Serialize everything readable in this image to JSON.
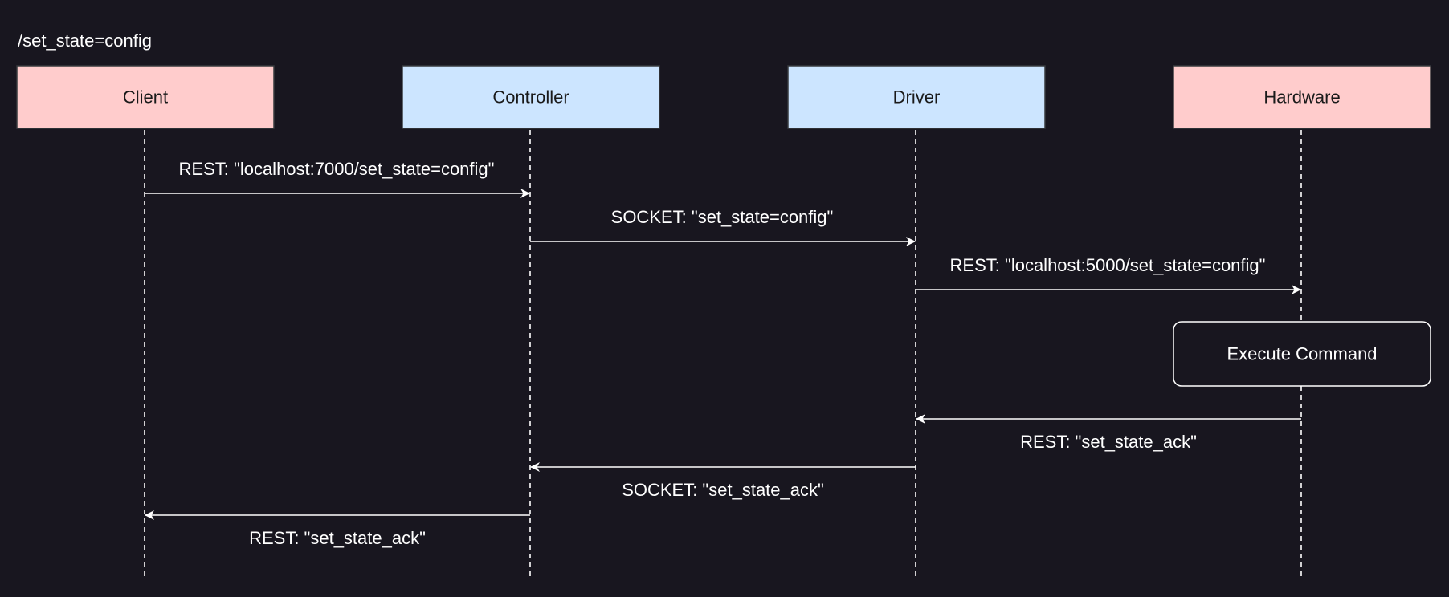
{
  "diagram": {
    "title": "/set_state=config",
    "colors": {
      "background": "#18161f",
      "line": "#ffffff",
      "client_fill": "#ffcccc",
      "controller_fill": "#cce5ff",
      "driver_fill": "#cce5ff",
      "hardware_fill": "#ffcccc",
      "actor_border": "#36393d",
      "actor_text": "#1a1a1a",
      "note_fill": "#18161f",
      "note_border": "#ffffff"
    },
    "actors": [
      {
        "id": "client",
        "label": "Client"
      },
      {
        "id": "controller",
        "label": "Controller"
      },
      {
        "id": "driver",
        "label": "Driver"
      },
      {
        "id": "hardware",
        "label": "Hardware"
      }
    ],
    "messages": [
      {
        "from": "client",
        "to": "controller",
        "label": "REST: \"localhost:7000/set_state=config\""
      },
      {
        "from": "controller",
        "to": "driver",
        "label": "SOCKET: \"set_state=config\""
      },
      {
        "from": "driver",
        "to": "hardware",
        "label": "REST: \"localhost:5000/set_state=config\""
      },
      {
        "from": "hardware",
        "to": "driver",
        "label": "REST: \"set_state_ack\""
      },
      {
        "from": "driver",
        "to": "controller",
        "label": "SOCKET: \"set_state_ack\""
      },
      {
        "from": "controller",
        "to": "client",
        "label": "REST: \"set_state_ack\""
      }
    ],
    "note": {
      "actor": "hardware",
      "label": "Execute Command"
    }
  }
}
